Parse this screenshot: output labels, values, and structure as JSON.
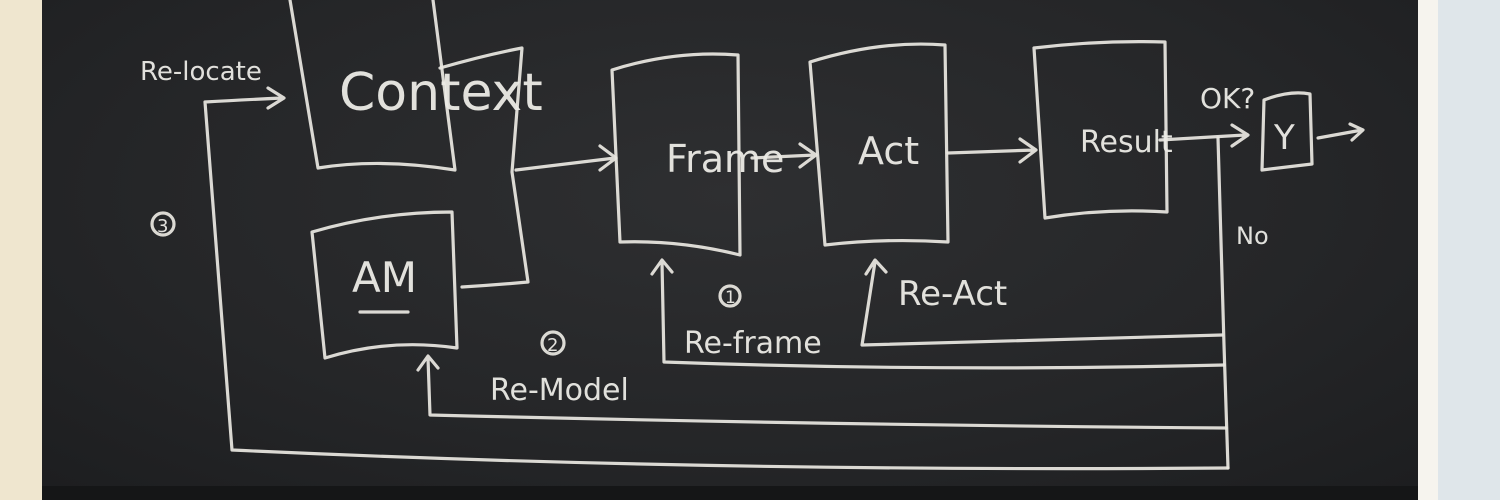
{
  "nodes": {
    "context": "Context",
    "am": "AM",
    "frame": "Frame",
    "act": "Act",
    "result": "Result",
    "y": "Y"
  },
  "decision": "OK?",
  "branch_no": "No",
  "loops": {
    "reframe": {
      "number": "1",
      "label": "Re-frame"
    },
    "remodel": {
      "number": "2",
      "label": "Re-Model"
    },
    "relocate": {
      "number": "3",
      "label": "Re-locate"
    },
    "react": {
      "label": "Re-Act"
    }
  }
}
